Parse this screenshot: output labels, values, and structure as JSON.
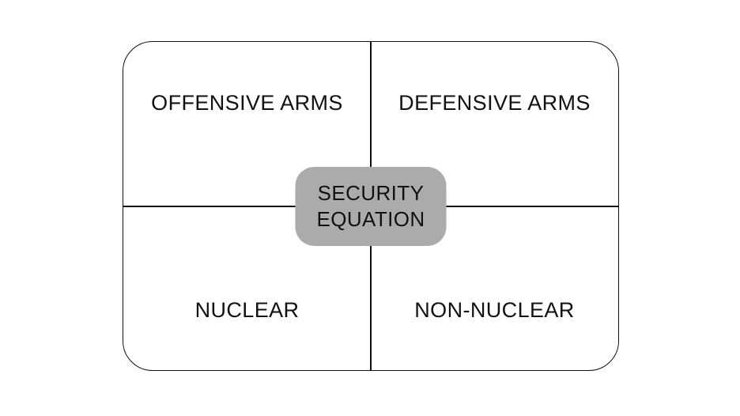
{
  "diagram": {
    "title": "security-equation-quadrant-diagram",
    "quadrants": [
      {
        "position": "top-left",
        "label": "OFFENSIVE ARMS"
      },
      {
        "position": "top-right",
        "label": "DEFENSIVE ARMS"
      },
      {
        "position": "bottom-left",
        "label": "NUCLEAR"
      },
      {
        "position": "bottom-right",
        "label": "NON-NUCLEAR"
      }
    ],
    "center_label": {
      "line1": "SECURITY",
      "line2": "EQUATION"
    },
    "colors": {
      "center_box_fill": "#ababab",
      "line": "#111111",
      "background": "#ffffff",
      "text": "#111111"
    }
  }
}
